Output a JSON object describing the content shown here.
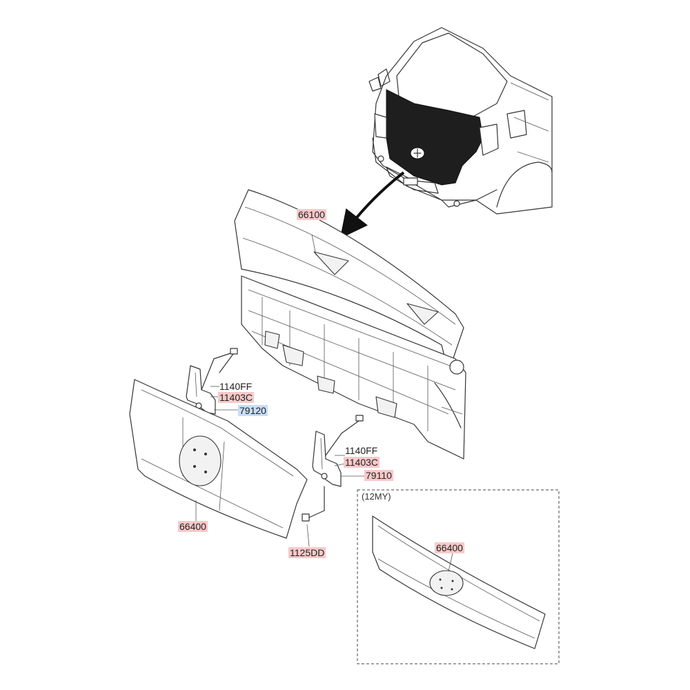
{
  "labels": {
    "p66100": "66100",
    "p1140ff_a": "1140FF",
    "p11403c_a": "11403C",
    "p79120": "79120",
    "p1140ff_b": "1140FF",
    "p11403c_b": "11403C",
    "p79110": "79110",
    "p66400_main": "66400",
    "p1125dd": "1125DD",
    "p66400_alt": "66400"
  },
  "inset": {
    "caption": "(12MY)"
  },
  "colors": {
    "red_tag": "#f7c9c9",
    "blue_tag": "#c9dcf7",
    "line": "#333333"
  }
}
